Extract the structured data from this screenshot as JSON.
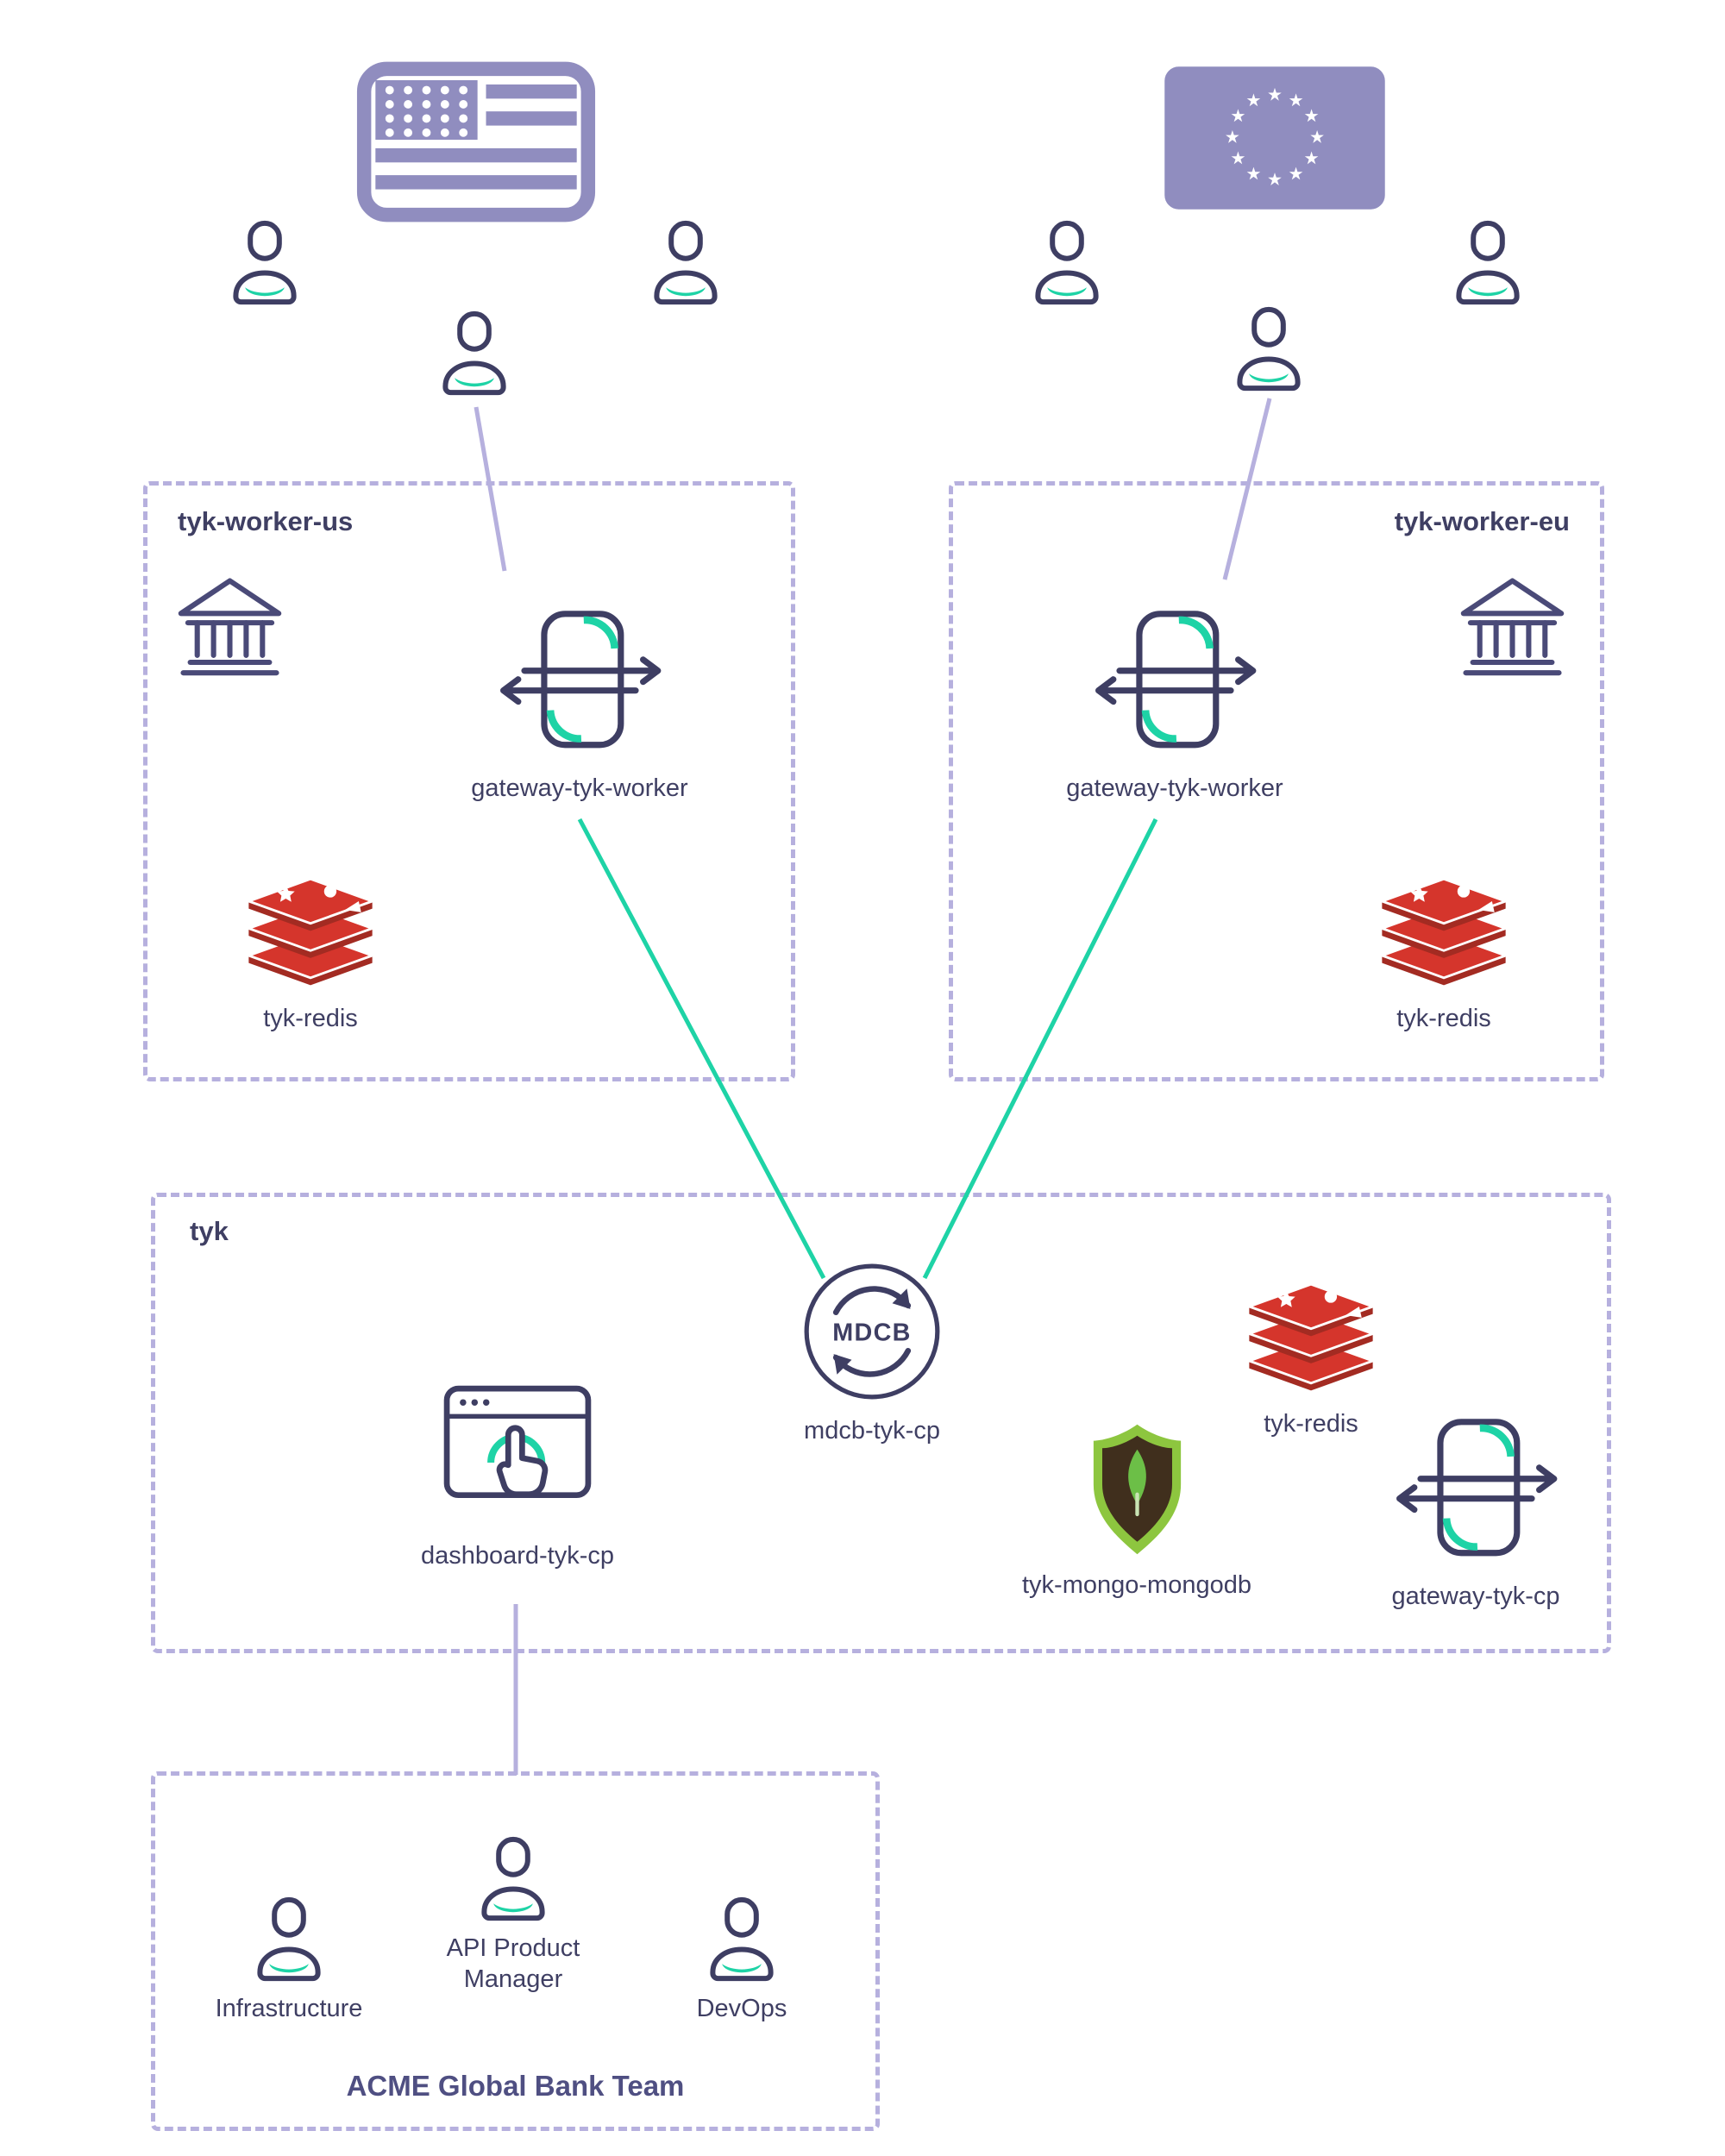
{
  "colors": {
    "accent_green": "#1ed3a6",
    "lavender": "#b6b0de",
    "ink": "#3e3e63",
    "redis_red": "#d5352c",
    "mongo_green": "#8dc63f",
    "flag_purple": "#908dbf"
  },
  "zones": {
    "worker_us": {
      "title": "tyk-worker-us"
    },
    "worker_eu": {
      "title": "tyk-worker-eu"
    },
    "control_plane": {
      "title": "tyk"
    },
    "team": {
      "title": "ACME Global Bank Team"
    }
  },
  "nodes": {
    "gateway_worker_us": {
      "label": "gateway-tyk-worker"
    },
    "gateway_worker_eu": {
      "label": "gateway-tyk-worker"
    },
    "redis_worker_us": {
      "label": "tyk-redis"
    },
    "redis_worker_eu": {
      "label": "tyk-redis"
    },
    "mdcb": {
      "label": "mdcb-tyk-cp",
      "icon_text": "MDCB"
    },
    "dashboard": {
      "label": "dashboard-tyk-cp"
    },
    "redis_cp": {
      "label": "tyk-redis"
    },
    "mongodb": {
      "label": "tyk-mongo-mongodb"
    },
    "gateway_cp": {
      "label": "gateway-tyk-cp"
    }
  },
  "team_members": [
    {
      "label": "Infrastructure"
    },
    {
      "label": "API Product Manager"
    },
    {
      "label": "DevOps"
    }
  ]
}
